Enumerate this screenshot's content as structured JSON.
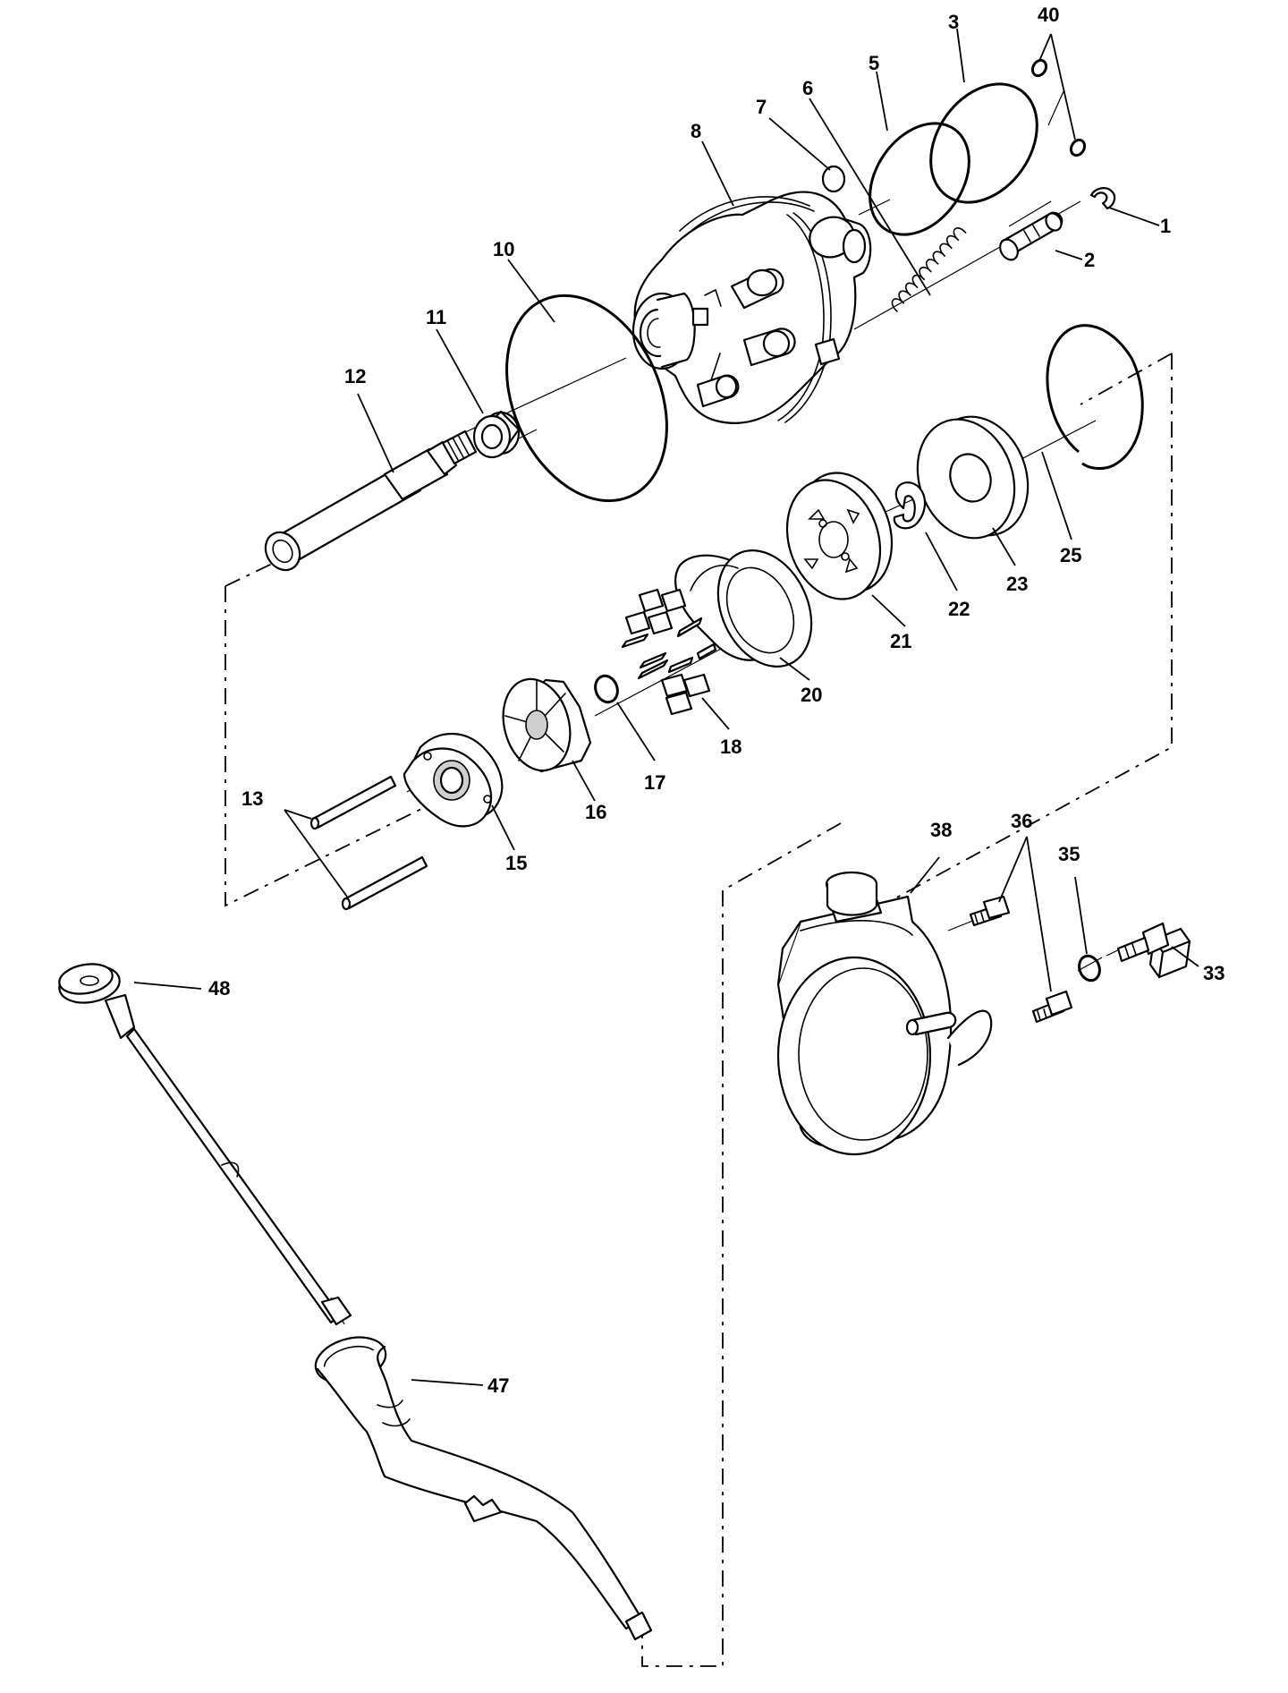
{
  "diagram": {
    "callouts": [
      {
        "id": "c1",
        "label": "1"
      },
      {
        "id": "c2",
        "label": "2"
      },
      {
        "id": "c3",
        "label": "3"
      },
      {
        "id": "c5",
        "label": "5"
      },
      {
        "id": "c6",
        "label": "6"
      },
      {
        "id": "c7",
        "label": "7"
      },
      {
        "id": "c8",
        "label": "8"
      },
      {
        "id": "c10",
        "label": "10"
      },
      {
        "id": "c11",
        "label": "11"
      },
      {
        "id": "c12",
        "label": "12"
      },
      {
        "id": "c13",
        "label": "13"
      },
      {
        "id": "c15",
        "label": "15"
      },
      {
        "id": "c16",
        "label": "16"
      },
      {
        "id": "c17",
        "label": "17"
      },
      {
        "id": "c18",
        "label": "18"
      },
      {
        "id": "c20",
        "label": "20"
      },
      {
        "id": "c21",
        "label": "21"
      },
      {
        "id": "c22",
        "label": "22"
      },
      {
        "id": "c23",
        "label": "23"
      },
      {
        "id": "c25",
        "label": "25"
      },
      {
        "id": "c33",
        "label": "33"
      },
      {
        "id": "c35",
        "label": "35"
      },
      {
        "id": "c36a",
        "label": "36"
      },
      {
        "id": "c38",
        "label": "38"
      },
      {
        "id": "c40",
        "label": "40"
      },
      {
        "id": "c47",
        "label": "47"
      },
      {
        "id": "c48",
        "label": "48"
      }
    ]
  }
}
